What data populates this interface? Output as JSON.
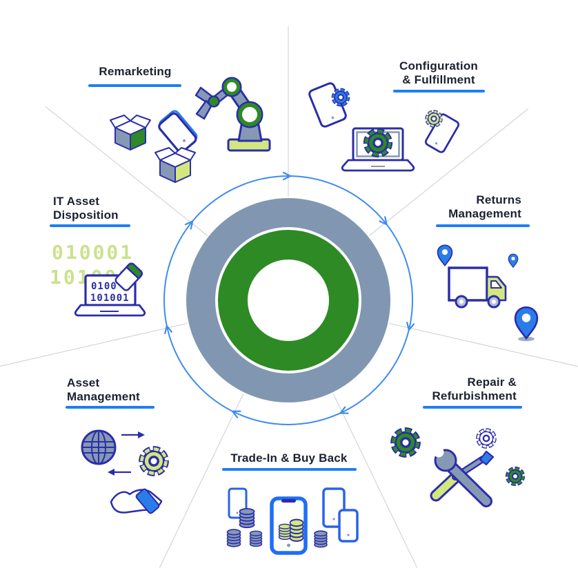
{
  "diagram": {
    "type": "circular-process",
    "flow": {
      "direction": "clockwise",
      "arrow_count": 7
    },
    "segments": {
      "remarketing": {
        "label": "Remarketing",
        "icons": [
          "open-box",
          "tablet",
          "robot-arm"
        ]
      },
      "configuration_fulfillment": {
        "line1": "Configuration",
        "line2": "& Fulfillment",
        "icons": [
          "phone-gear",
          "laptop-gear",
          "phone-gear-small"
        ]
      },
      "returns_management": {
        "line1": "Returns",
        "line2": "Management",
        "icons": [
          "map-pin",
          "delivery-truck"
        ]
      },
      "repair_refurbishment": {
        "line1": "Repair &",
        "line2": "Refurbishment",
        "icons": [
          "gear",
          "outline-gear",
          "wrench",
          "screwdriver"
        ]
      },
      "trade_in_buy_back": {
        "label": "Trade-In & Buy Back",
        "icons": [
          "phone",
          "coin-stack"
        ]
      },
      "asset_management": {
        "line1": "Asset",
        "line2": "Management",
        "icons": [
          "globe",
          "cycle-arrows",
          "gear",
          "hand-phone"
        ]
      },
      "it_asset_disposition": {
        "line1": "IT Asset",
        "line2": "Disposition",
        "icons": [
          "binary-code",
          "laptop-eraser"
        ]
      }
    },
    "itad_binary": {
      "bg_line1": "010001",
      "bg_line2": "101001",
      "screen_line1": "0100",
      "screen_line2": "101001"
    },
    "colors": {
      "navy_outline": "#2b2da9",
      "slate": "#8599b5",
      "green": "#2e8a24",
      "light_green": "#d2e87e",
      "blue": "#2a7cea",
      "arc_blue": "#3f8bf0",
      "underline_blue": "#1e7ff0",
      "ring_outer": "#8197b1",
      "divider_gray": "#d5d5d5",
      "text": "#1b2130",
      "binary_green": "#cbe18d"
    }
  }
}
